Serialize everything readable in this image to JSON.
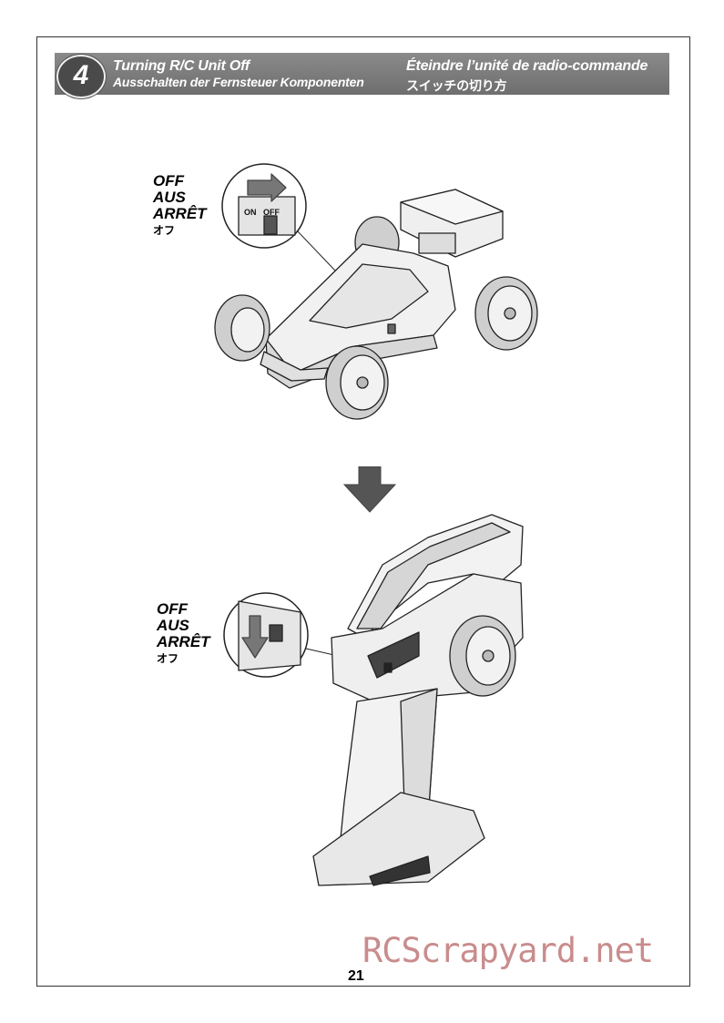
{
  "header": {
    "step": "4",
    "title_en": "Turning R/C Unit Off",
    "title_de": "Ausschalten der Fernsteuer Komponenten",
    "title_fr": "Éteindre l’unité de radio-commande",
    "title_jp": "スイッチの切り方"
  },
  "car_callout": {
    "label_en": "OFF",
    "label_de": "AUS",
    "label_fr": "ARRÊT",
    "label_jp": "オフ",
    "switch_on": "ON",
    "switch_off": "OFF"
  },
  "tx_callout": {
    "label_en": "OFF",
    "label_de": "AUS",
    "label_fr": "ARRÊT",
    "label_jp": "オフ"
  },
  "footer": {
    "page_number": "21",
    "watermark": "RCScrapyard.net"
  },
  "colors": {
    "header_bg": "#7a7a7a",
    "arrow": "#555555",
    "watermark": "#c98c8c"
  }
}
